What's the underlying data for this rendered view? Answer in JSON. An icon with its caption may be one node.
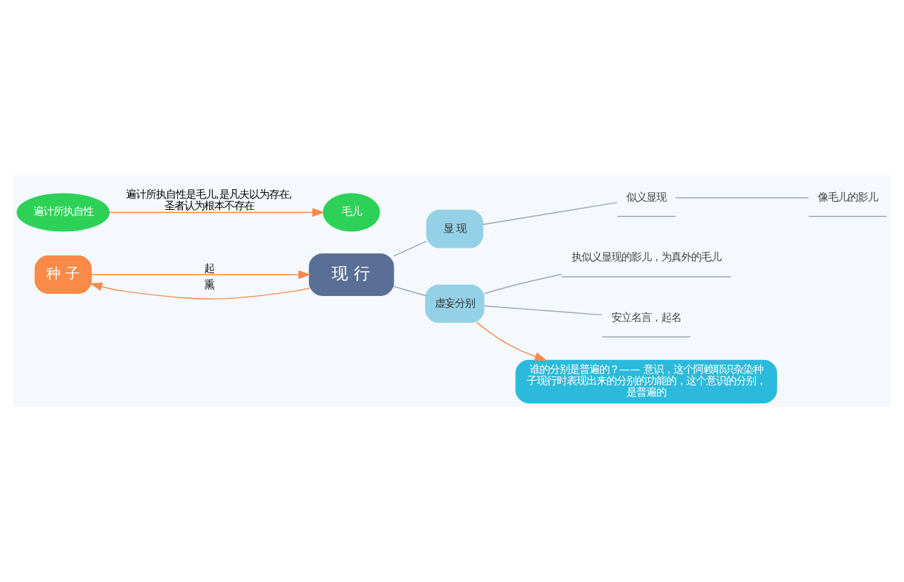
{
  "diagram": {
    "nodes": [
      {
        "text": [
          "种 子"
        ]
      },
      {
        "text": [
          "现 行"
        ]
      },
      {
        "text": [
          "显 现"
        ]
      },
      {
        "text": [
          "虚妄分别"
        ]
      },
      {
        "text": [
          "似义显现"
        ]
      },
      {
        "text": [
          "像毛儿的影儿"
        ]
      },
      {
        "text": [
          "执似义显现的影儿，为真外的毛儿"
        ]
      },
      {
        "text": [
          "安立名言，起名"
        ]
      },
      {
        "text": [
          "谁的分别是普遍的？—— 意识，这个阿赖耶识杂染种子现行时表现出来的分别的功能的，这个意识的分别，是普遍的"
        ]
      },
      {
        "text": [
          "毛儿"
        ]
      },
      {
        "text": [
          "遍计所执自性"
        ]
      }
    ],
    "edges": [
      {
        "from": 0,
        "to": 1,
        "arrow": "to",
        "label": "起",
        "color": "#f58a4b"
      },
      {
        "from": 1,
        "to": 0,
        "arrow": "to",
        "label": "熏",
        "color": "#f58a4b"
      },
      {
        "from": 1,
        "to": 2,
        "arrow": "none"
      },
      {
        "from": 1,
        "to": 3,
        "arrow": "none"
      },
      {
        "from": 2,
        "to": 4,
        "arrow": "none"
      },
      {
        "from": 4,
        "to": 5,
        "arrow": "none"
      },
      {
        "from": 3,
        "to": 6,
        "arrow": "none"
      },
      {
        "from": 3,
        "to": 7,
        "arrow": "none"
      },
      {
        "from": 3,
        "to": 8,
        "arrow": "to",
        "color": "#f58a4b"
      },
      {
        "from": 10,
        "to": 9,
        "arrow": "to",
        "label": "遍计所执自性是毛儿,是凡夫以为存在,圣者认为根本不存在",
        "color": "#f58a4b"
      }
    ]
  }
}
